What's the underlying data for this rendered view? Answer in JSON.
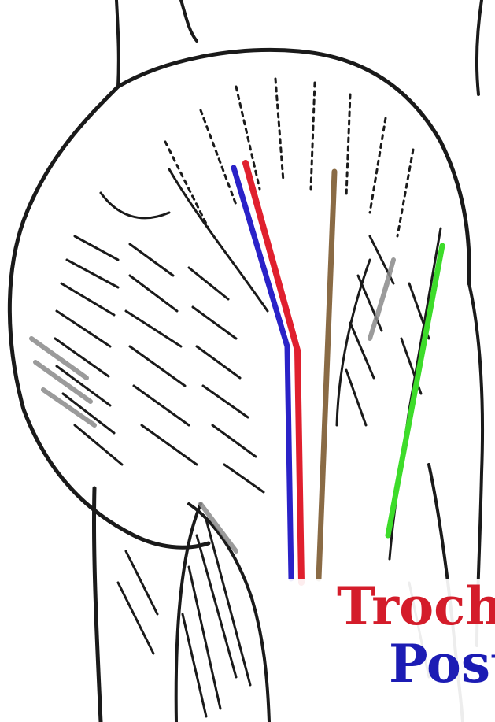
{
  "figure": {
    "background": "#ffffff",
    "ink_color": "#1a1a1a",
    "shading_color": "#8a8a8a"
  },
  "incision_lines": [
    {
      "name": "red",
      "color": "#e0202e"
    },
    {
      "name": "blue",
      "color": "#2a22c8"
    },
    {
      "name": "brown",
      "color": "#8a6b45"
    },
    {
      "name": "green",
      "color": "#3ddc2a"
    }
  ],
  "labels": {
    "trochanteric": {
      "text": "Trocha",
      "color": "#d41c2a"
    },
    "posterior": {
      "text": "Post",
      "color": "#1c1cb4"
    }
  }
}
